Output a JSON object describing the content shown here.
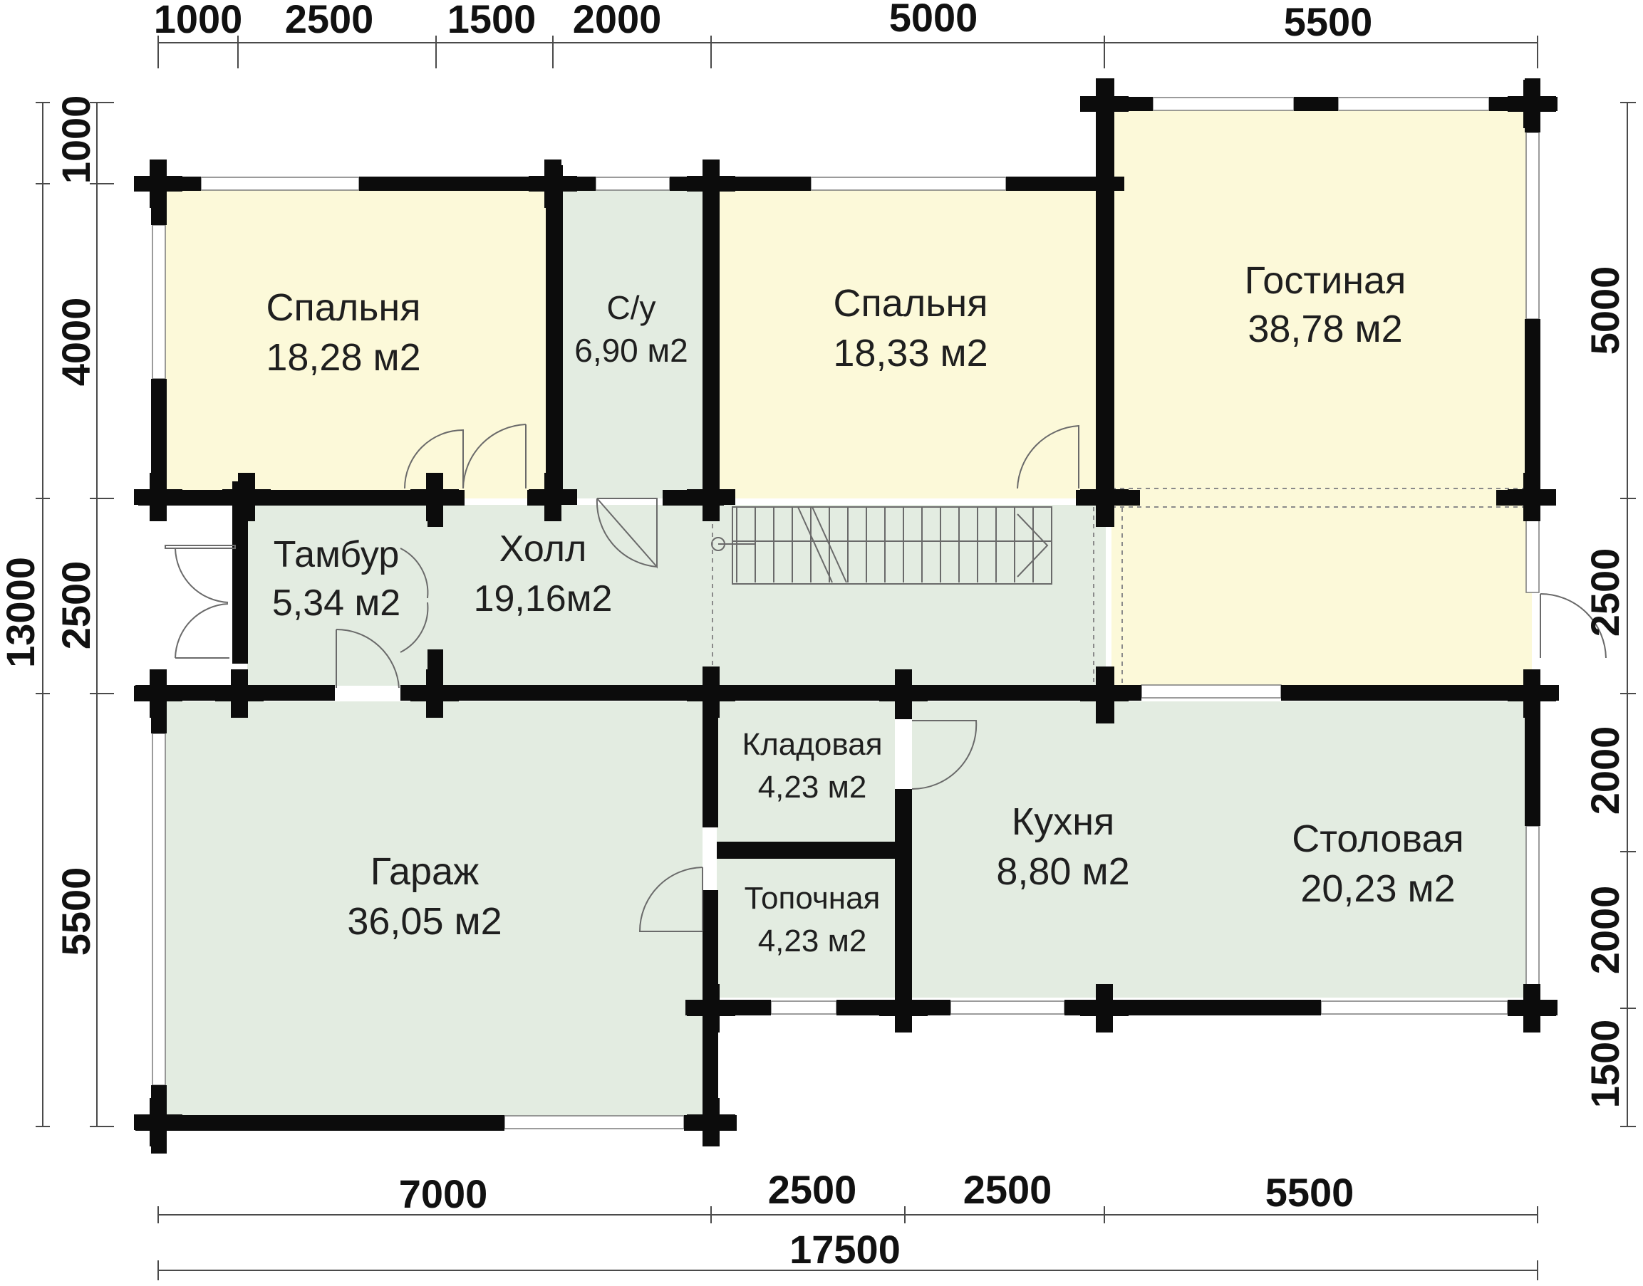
{
  "colors": {
    "warm_room": "#fcf9d9",
    "cool_room": "#e3ece1",
    "wall": "#0c0c0c",
    "dimension": "#111111"
  },
  "rooms": {
    "bedroom1": {
      "name": "Спальня",
      "area": "18,28 м2"
    },
    "bath": {
      "name": "С/у",
      "area": "6,90 м2"
    },
    "bedroom2": {
      "name": "Спальня",
      "area": "18,33 м2"
    },
    "living": {
      "name": "Гостиная",
      "area": "38,78 м2"
    },
    "vestibule": {
      "name": "Тамбур",
      "area": "5,34 м2"
    },
    "hall": {
      "name": "Холл",
      "area": "19,16м2"
    },
    "pantry": {
      "name": "Кладовая",
      "area": "4,23 м2"
    },
    "boiler": {
      "name": "Топочная",
      "area": "4,23 м2"
    },
    "garage": {
      "name": "Гараж",
      "area": "36,05 м2"
    },
    "kitchen": {
      "name": "Кухня",
      "area": "8,80 м2"
    },
    "dining": {
      "name": "Столовая",
      "area": "20,23 м2"
    }
  },
  "dimensions": {
    "top": [
      "1000",
      "2500",
      "1500",
      "2000",
      "5000",
      "5500"
    ],
    "bottom": [
      "7000",
      "2500",
      "2500",
      "5500"
    ],
    "overall": "17500",
    "left_inner": [
      "1000",
      "4000",
      "2500",
      "5500"
    ],
    "left_total": "13000",
    "right": [
      "5000",
      "2500",
      "2000",
      "2000",
      "1500"
    ]
  }
}
